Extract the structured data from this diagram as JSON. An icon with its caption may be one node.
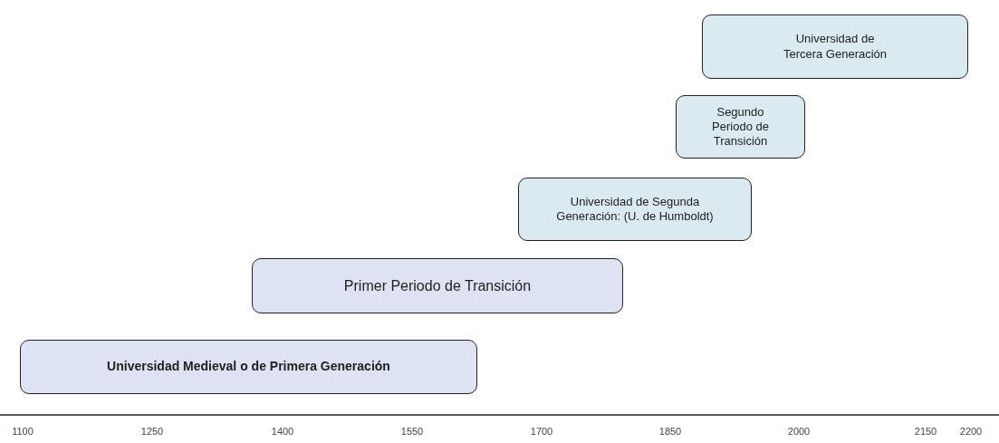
{
  "diagram": {
    "nodes": [
      {
        "text": [
          "Universidad Medieval o de Primera Generación"
        ]
      },
      {
        "text": [
          "Primer Periodo de Transición"
        ]
      },
      {
        "text": [
          "Universidad de Segunda Generación: (U. de Humboldt)"
        ]
      },
      {
        "text": [
          "Segundo Periodo de Transición"
        ]
      },
      {
        "text": [
          "Universidad de Tercera Generación"
        ]
      }
    ],
    "edges": [],
    "labels": [
      "1100",
      "1250",
      "1400",
      "1550",
      "1700",
      "1850",
      "2000",
      "2150",
      "2200"
    ]
  }
}
